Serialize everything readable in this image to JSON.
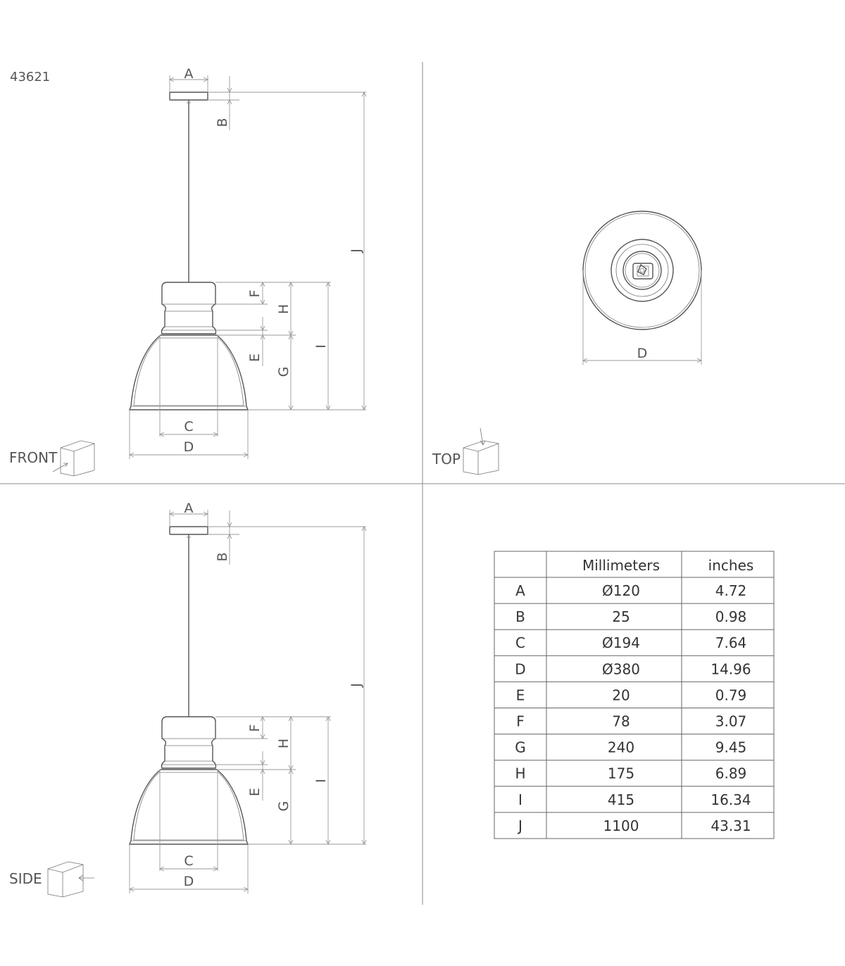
{
  "product_code": "43621",
  "views": {
    "front": "FRONT",
    "top": "TOP",
    "side": "SIDE"
  },
  "dimension_letters": [
    "A",
    "B",
    "C",
    "D",
    "E",
    "F",
    "G",
    "H",
    "I",
    "J"
  ],
  "table": {
    "headers": [
      "",
      "Millimeters",
      "inches"
    ],
    "rows": [
      {
        "key": "A",
        "mm": "Ø120",
        "in": "4.72"
      },
      {
        "key": "B",
        "mm": "25",
        "in": "0.98"
      },
      {
        "key": "C",
        "mm": "Ø194",
        "in": "7.64"
      },
      {
        "key": "D",
        "mm": "Ø380",
        "in": "14.96"
      },
      {
        "key": "E",
        "mm": "20",
        "in": "0.79"
      },
      {
        "key": "F",
        "mm": "78",
        "in": "3.07"
      },
      {
        "key": "G",
        "mm": "240",
        "in": "9.45"
      },
      {
        "key": "H",
        "mm": "175",
        "in": "6.89"
      },
      {
        "key": "I",
        "mm": "415",
        "in": "16.34"
      },
      {
        "key": "J",
        "mm": "1100",
        "in": "43.31"
      }
    ]
  }
}
